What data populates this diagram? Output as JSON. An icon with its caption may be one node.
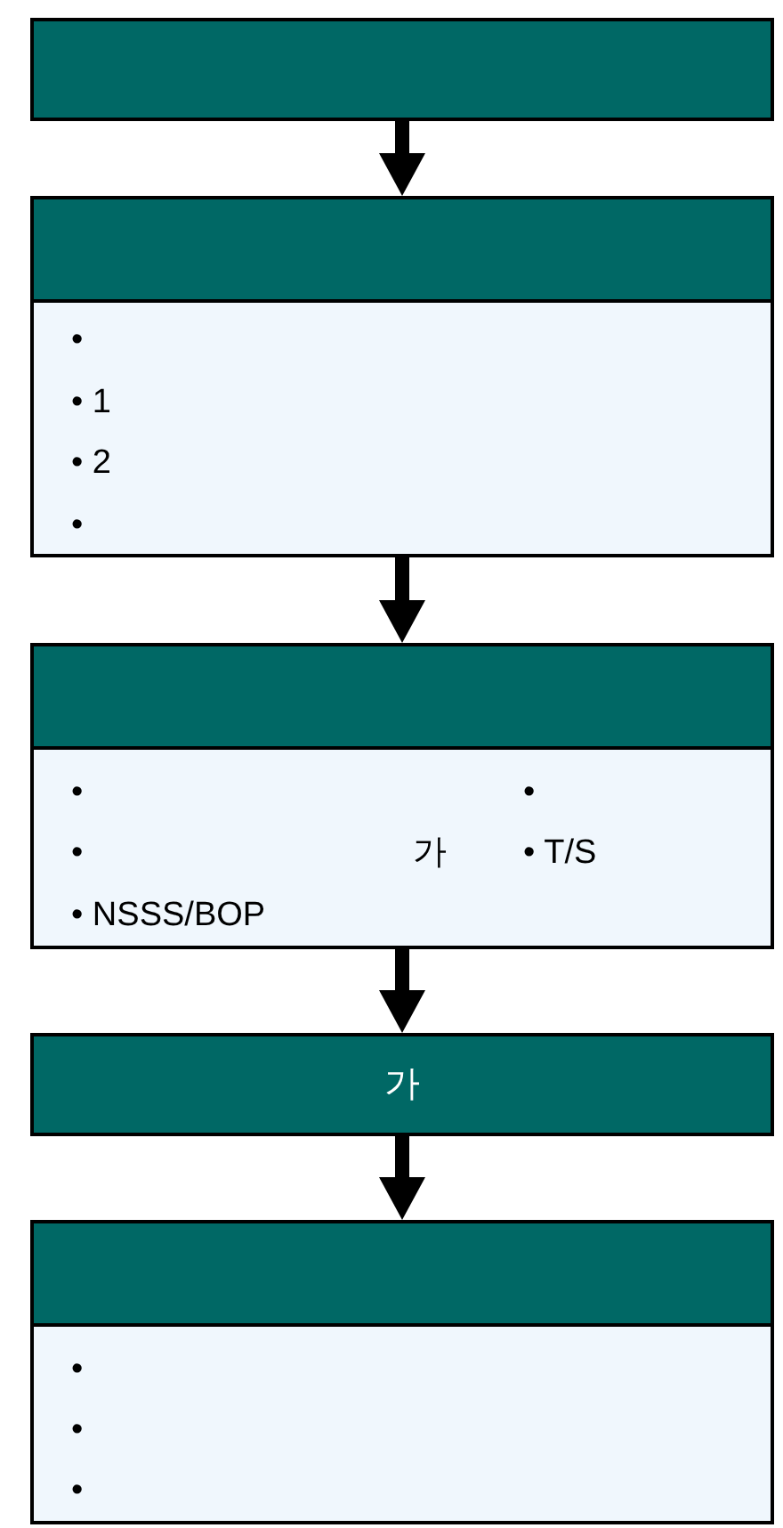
{
  "diagram": {
    "nodes": [
      {
        "text": [],
        "shape": "box"
      },
      {
        "text": [
          "•",
          "• 1",
          "• 2",
          "•"
        ]
      },
      {
        "text": [
          "•",
          "•",
          "가",
          "• NSSS/BOP",
          "•",
          "• T/S"
        ]
      },
      {
        "text": [
          "가"
        ]
      },
      {
        "text": [
          "•",
          "•",
          "•"
        ]
      }
    ],
    "edges": [
      {
        "from": 0,
        "to": 1,
        "arrow": "to"
      },
      {
        "from": 1,
        "to": 2,
        "arrow": "to"
      },
      {
        "from": 2,
        "to": 3,
        "arrow": "to"
      },
      {
        "from": 3,
        "to": 4,
        "arrow": "to"
      }
    ]
  }
}
